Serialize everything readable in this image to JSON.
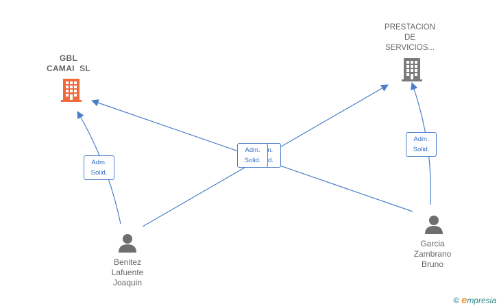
{
  "colors": {
    "edge": "#4a7fc8",
    "company_highlight": "#f06a3a",
    "company_default": "#7a7a7a",
    "person": "#6e6e6e",
    "label_text": "#666666"
  },
  "nodes": {
    "company_gbl": {
      "label": "GBL\nCAMAI  SL",
      "icon": "building-icon"
    },
    "company_prestacion": {
      "label": "PRESTACION\nDE\nSERVICIOS...",
      "icon": "building-icon"
    },
    "person_benitez": {
      "label": "Benitez\nLafuente\nJoaquin",
      "icon": "person-icon"
    },
    "person_garcia": {
      "label": "Garcia\nZambrano\nBruno",
      "icon": "person-icon"
    }
  },
  "edges": [
    {
      "from": "person_benitez",
      "to": "company_gbl",
      "label": "Adm.\nSolid."
    },
    {
      "from": "person_benitez",
      "to": "company_prestacion",
      "label": "Adm.\nSolid."
    },
    {
      "from": "person_garcia",
      "to": "company_gbl",
      "label": "Adm.\nSolid."
    },
    {
      "from": "person_garcia",
      "to": "company_prestacion",
      "label": "Adm.\nSolid."
    }
  ],
  "credit": {
    "symbol": "©",
    "brand_initial": "e",
    "brand_rest": "mpresia"
  }
}
